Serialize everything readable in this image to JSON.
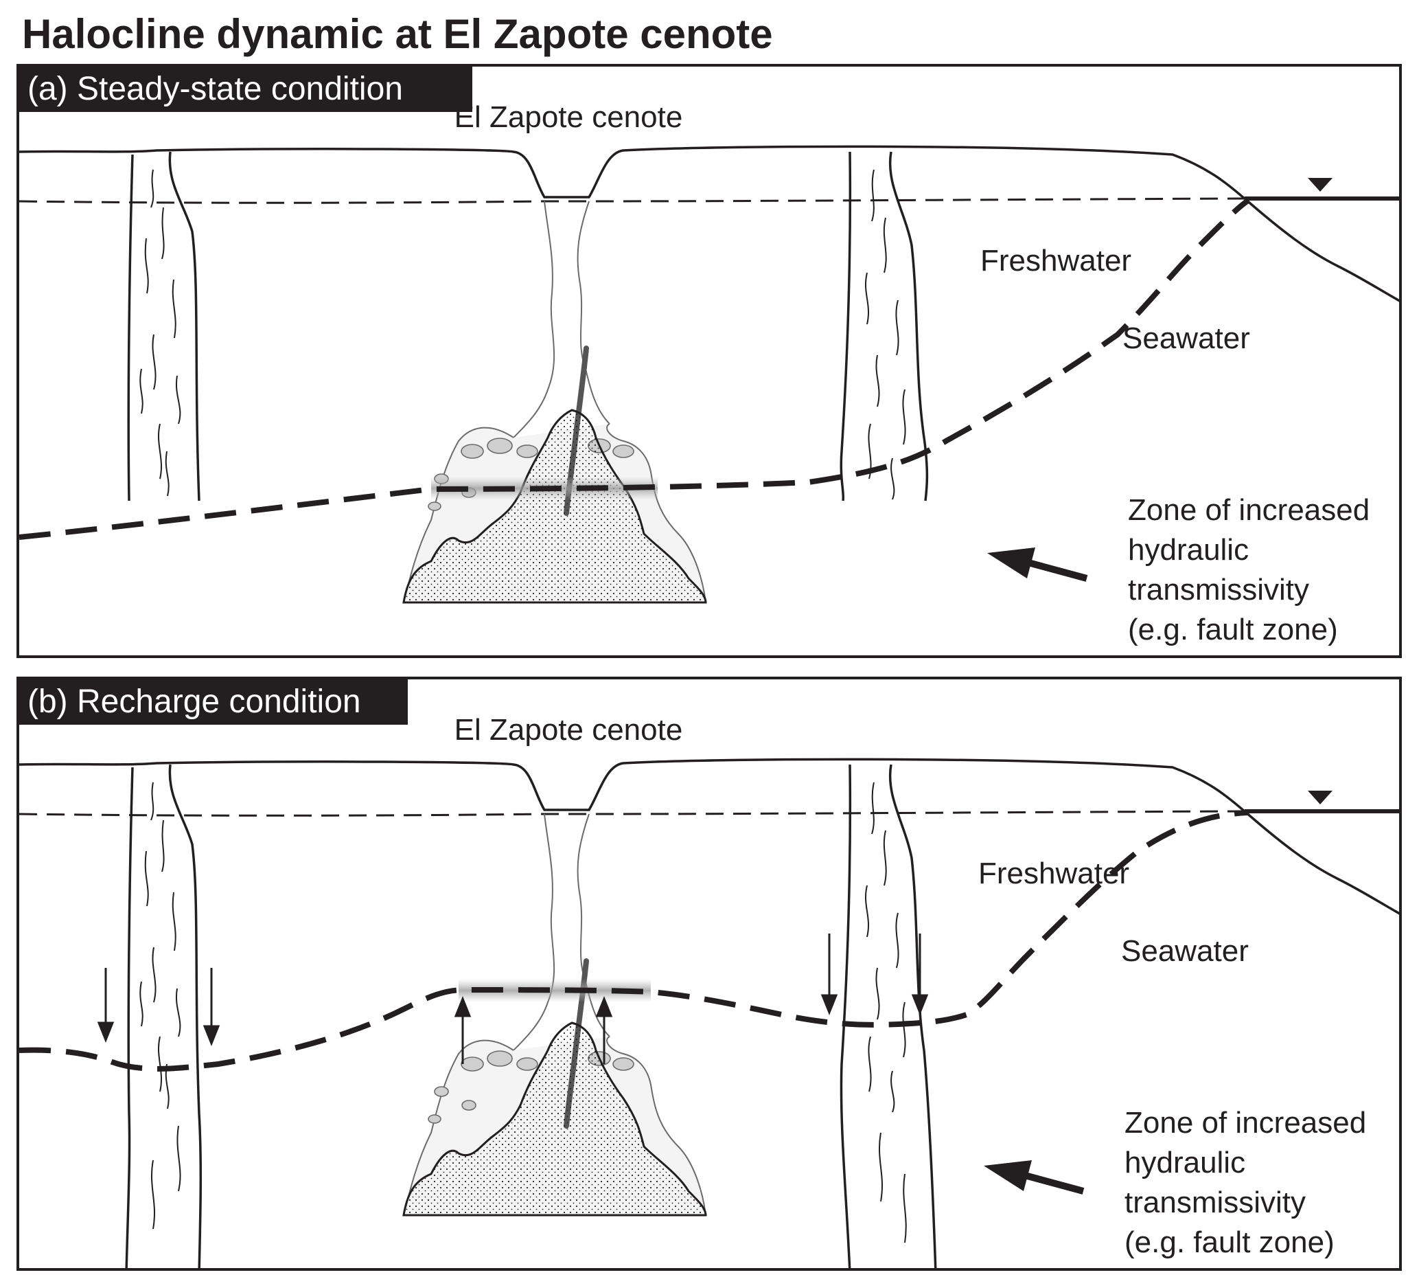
{
  "figure": {
    "title": "Halocline dynamic at El Zapote cenote"
  },
  "panels": [
    {
      "tag": "(a) Steady-state condition",
      "cenote_label": "El Zapote cenote",
      "freshwater_label": "Freshwater",
      "seawater_label": "Seawater",
      "zone_label_lines": [
        "Zone of increased",
        "hydraulic",
        "transmissivity",
        "(e.g. fault zone)"
      ]
    },
    {
      "tag": "(b) Recharge condition",
      "cenote_label": "El Zapote cenote",
      "freshwater_label": "Freshwater",
      "seawater_label": "Seawater",
      "zone_label_lines": [
        "Zone of increased",
        "hydraulic",
        "transmissivity",
        "(e.g. fault zone)"
      ]
    }
  ],
  "colors": {
    "ink": "#231f20",
    "cave_fill": "#f4f4f4",
    "sediment_fill": "#e8e8e8",
    "stalactite": "#555555"
  },
  "icons": {
    "water_table": "water-table-triangle-icon",
    "flow_arrow": "flow-arrow-icon",
    "downward_arrow": "recharge-down-arrow-icon",
    "upward_arrow": "upwelling-up-arrow-icon"
  }
}
